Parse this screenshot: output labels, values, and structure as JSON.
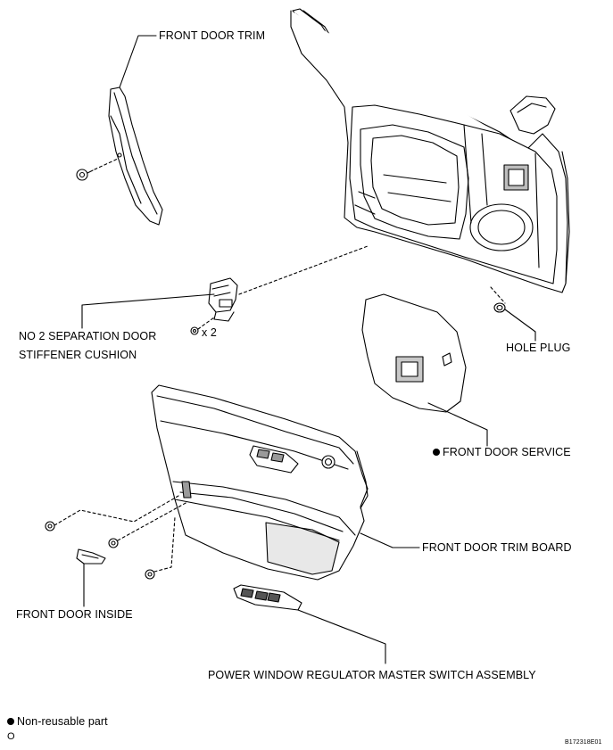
{
  "labels": {
    "front_door_trim": "FRONT DOOR TRIM",
    "separation_cushion_line1": "NO  2 SEPARATION DOOR",
    "separation_cushion_line2": "STIFFENER CUSHION",
    "qty_x2": "x 2",
    "hole_plug": "HOLE PLUG",
    "front_door_service": "FRONT DOOR SERVICE",
    "front_door_trim_board": "FRONT DOOR TRIM BOARD",
    "front_door_inside": "FRONT DOOR INSIDE",
    "power_window_switch": "POWER WINDOW REGULATOR MASTER SWITCH ASSEMBLY"
  },
  "legend": {
    "non_reusable": "Non-reusable part",
    "corner_mark": "O"
  },
  "figure_code": "B172318E01",
  "colors": {
    "line": "#000000",
    "part_fill": "#ffffff",
    "shade": "#d9d9d9",
    "dark_shade": "#9a9a9a"
  }
}
